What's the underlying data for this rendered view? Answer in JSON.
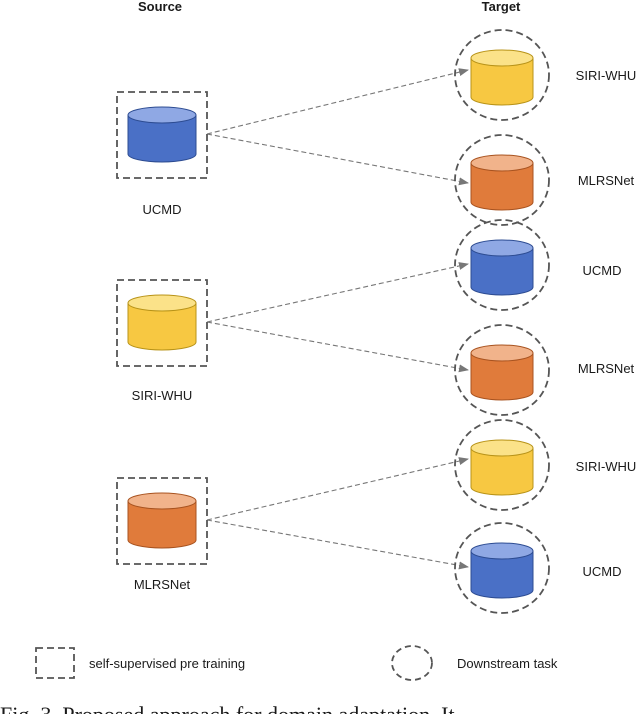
{
  "headers": {
    "source": "Source",
    "target": "Target"
  },
  "colors": {
    "blue": {
      "body": "#4a70c6",
      "top": "#8fa8e4",
      "stroke": "#2d4c92"
    },
    "yellow": {
      "body": "#f7c842",
      "top": "#fbe289",
      "stroke": "#b89318"
    },
    "orange": {
      "body": "#e07b3b",
      "top": "#f1b38b",
      "stroke": "#a85320"
    },
    "line": "#777777"
  },
  "sources": [
    {
      "label": "UCMD",
      "color": "blue"
    },
    {
      "label": "SIRI-WHU",
      "color": "yellow"
    },
    {
      "label": "MLRSNet",
      "color": "orange"
    }
  ],
  "targets": [
    {
      "label": "SIRI-WHU",
      "color": "yellow"
    },
    {
      "label": "MLRSNet",
      "color": "orange"
    },
    {
      "label": "UCMD",
      "color": "blue"
    },
    {
      "label": "MLRSNet",
      "color": "orange"
    },
    {
      "label": "SIRI-WHU",
      "color": "yellow"
    },
    {
      "label": "UCMD",
      "color": "blue"
    }
  ],
  "legend": {
    "pretrain": "self-supervised pre training",
    "downstream": "Downstream task"
  },
  "caption": "Fig. 3.  Proposed approach for domain adaptation. It"
}
